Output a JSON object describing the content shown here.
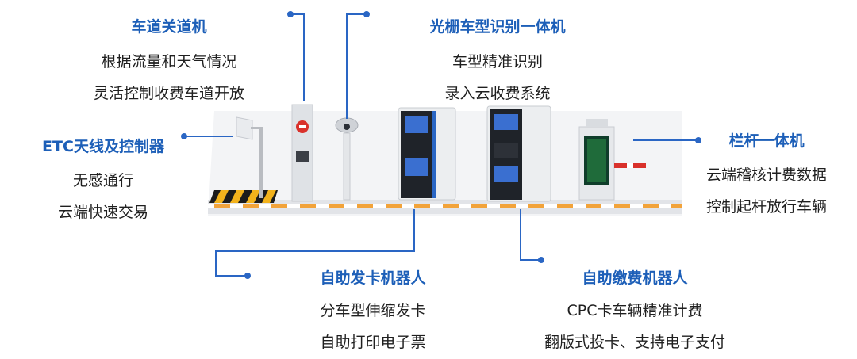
{
  "callouts": {
    "lane_barrier": {
      "title": "车道关道机",
      "lines": [
        "根据流量和天气情况",
        "灵活控制收费车道开放"
      ]
    },
    "light_curtain": {
      "title": "光栅车型识别一体机",
      "lines": [
        "车型精准识别",
        "录入云收费系统"
      ]
    },
    "etc": {
      "title": "ETC天线及控制器",
      "lines": [
        "无感通行",
        "云端快速交易"
      ]
    },
    "barrier_gate": {
      "title": "栏杆一体机",
      "lines": [
        "云端稽核计费数据",
        "控制起杆放行车辆"
      ]
    },
    "card_robot": {
      "title": "自助发卡机器人",
      "lines": [
        "分车型伸缩发卡",
        "自助打印电子票"
      ]
    },
    "pay_robot": {
      "title": "自助缴费机器人",
      "lines": [
        "CPC卡车辆精准计费",
        "翻版式投卡、支持电子支付"
      ]
    }
  },
  "colors": {
    "accent": "#1d5fb8",
    "connector": "#2a66c4",
    "stripe": "#f2a33a"
  }
}
